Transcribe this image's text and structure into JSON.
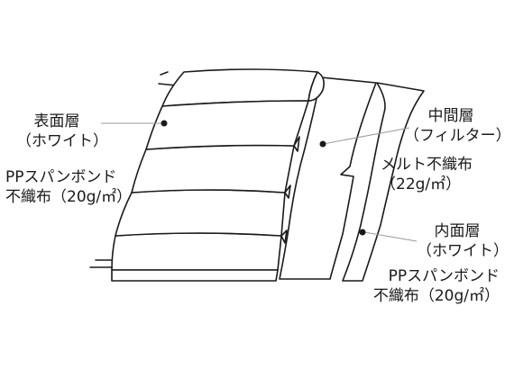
{
  "layers": {
    "outer": {
      "name": "表面層",
      "sub": "（ホワイト）",
      "material": "PPスパンボンド",
      "spec": "不織布（20g/㎡）"
    },
    "middle": {
      "name": "中間層",
      "sub": "（フィルター）",
      "material": "メルト不織布",
      "spec": "（22g/㎡）"
    },
    "inner": {
      "name": "内面層",
      "sub": "（ホワイト）",
      "material": "PPスパンボンド",
      "spec": "不織布（20g/㎡）"
    }
  },
  "colors": {
    "line": "#1a1a1a",
    "leader": "#9a9a9a",
    "fill": "#ffffff"
  }
}
